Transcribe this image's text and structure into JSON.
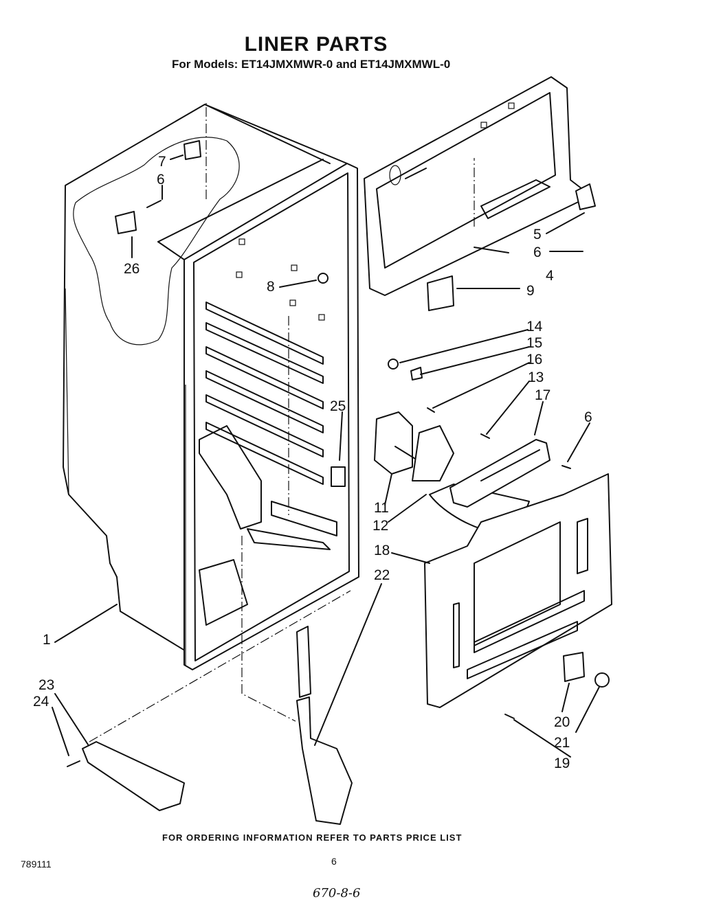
{
  "header": {
    "title": "LINER PARTS",
    "subtitle": "For Models: ET14JMXMWR-0 and ET14JMXMWL-0"
  },
  "callouts": [
    "1",
    "4",
    "5",
    "6",
    "6",
    "6",
    "6",
    "7",
    "8",
    "9",
    "11",
    "12",
    "13",
    "14",
    "15",
    "16",
    "17",
    "18",
    "19",
    "20",
    "21",
    "22",
    "23",
    "24",
    "25",
    "26"
  ],
  "footer": {
    "note": "FOR ORDERING INFORMATION REFER TO PARTS PRICE LIST",
    "reference": "789111",
    "page_number": "6",
    "handwritten": "670-8-6"
  }
}
